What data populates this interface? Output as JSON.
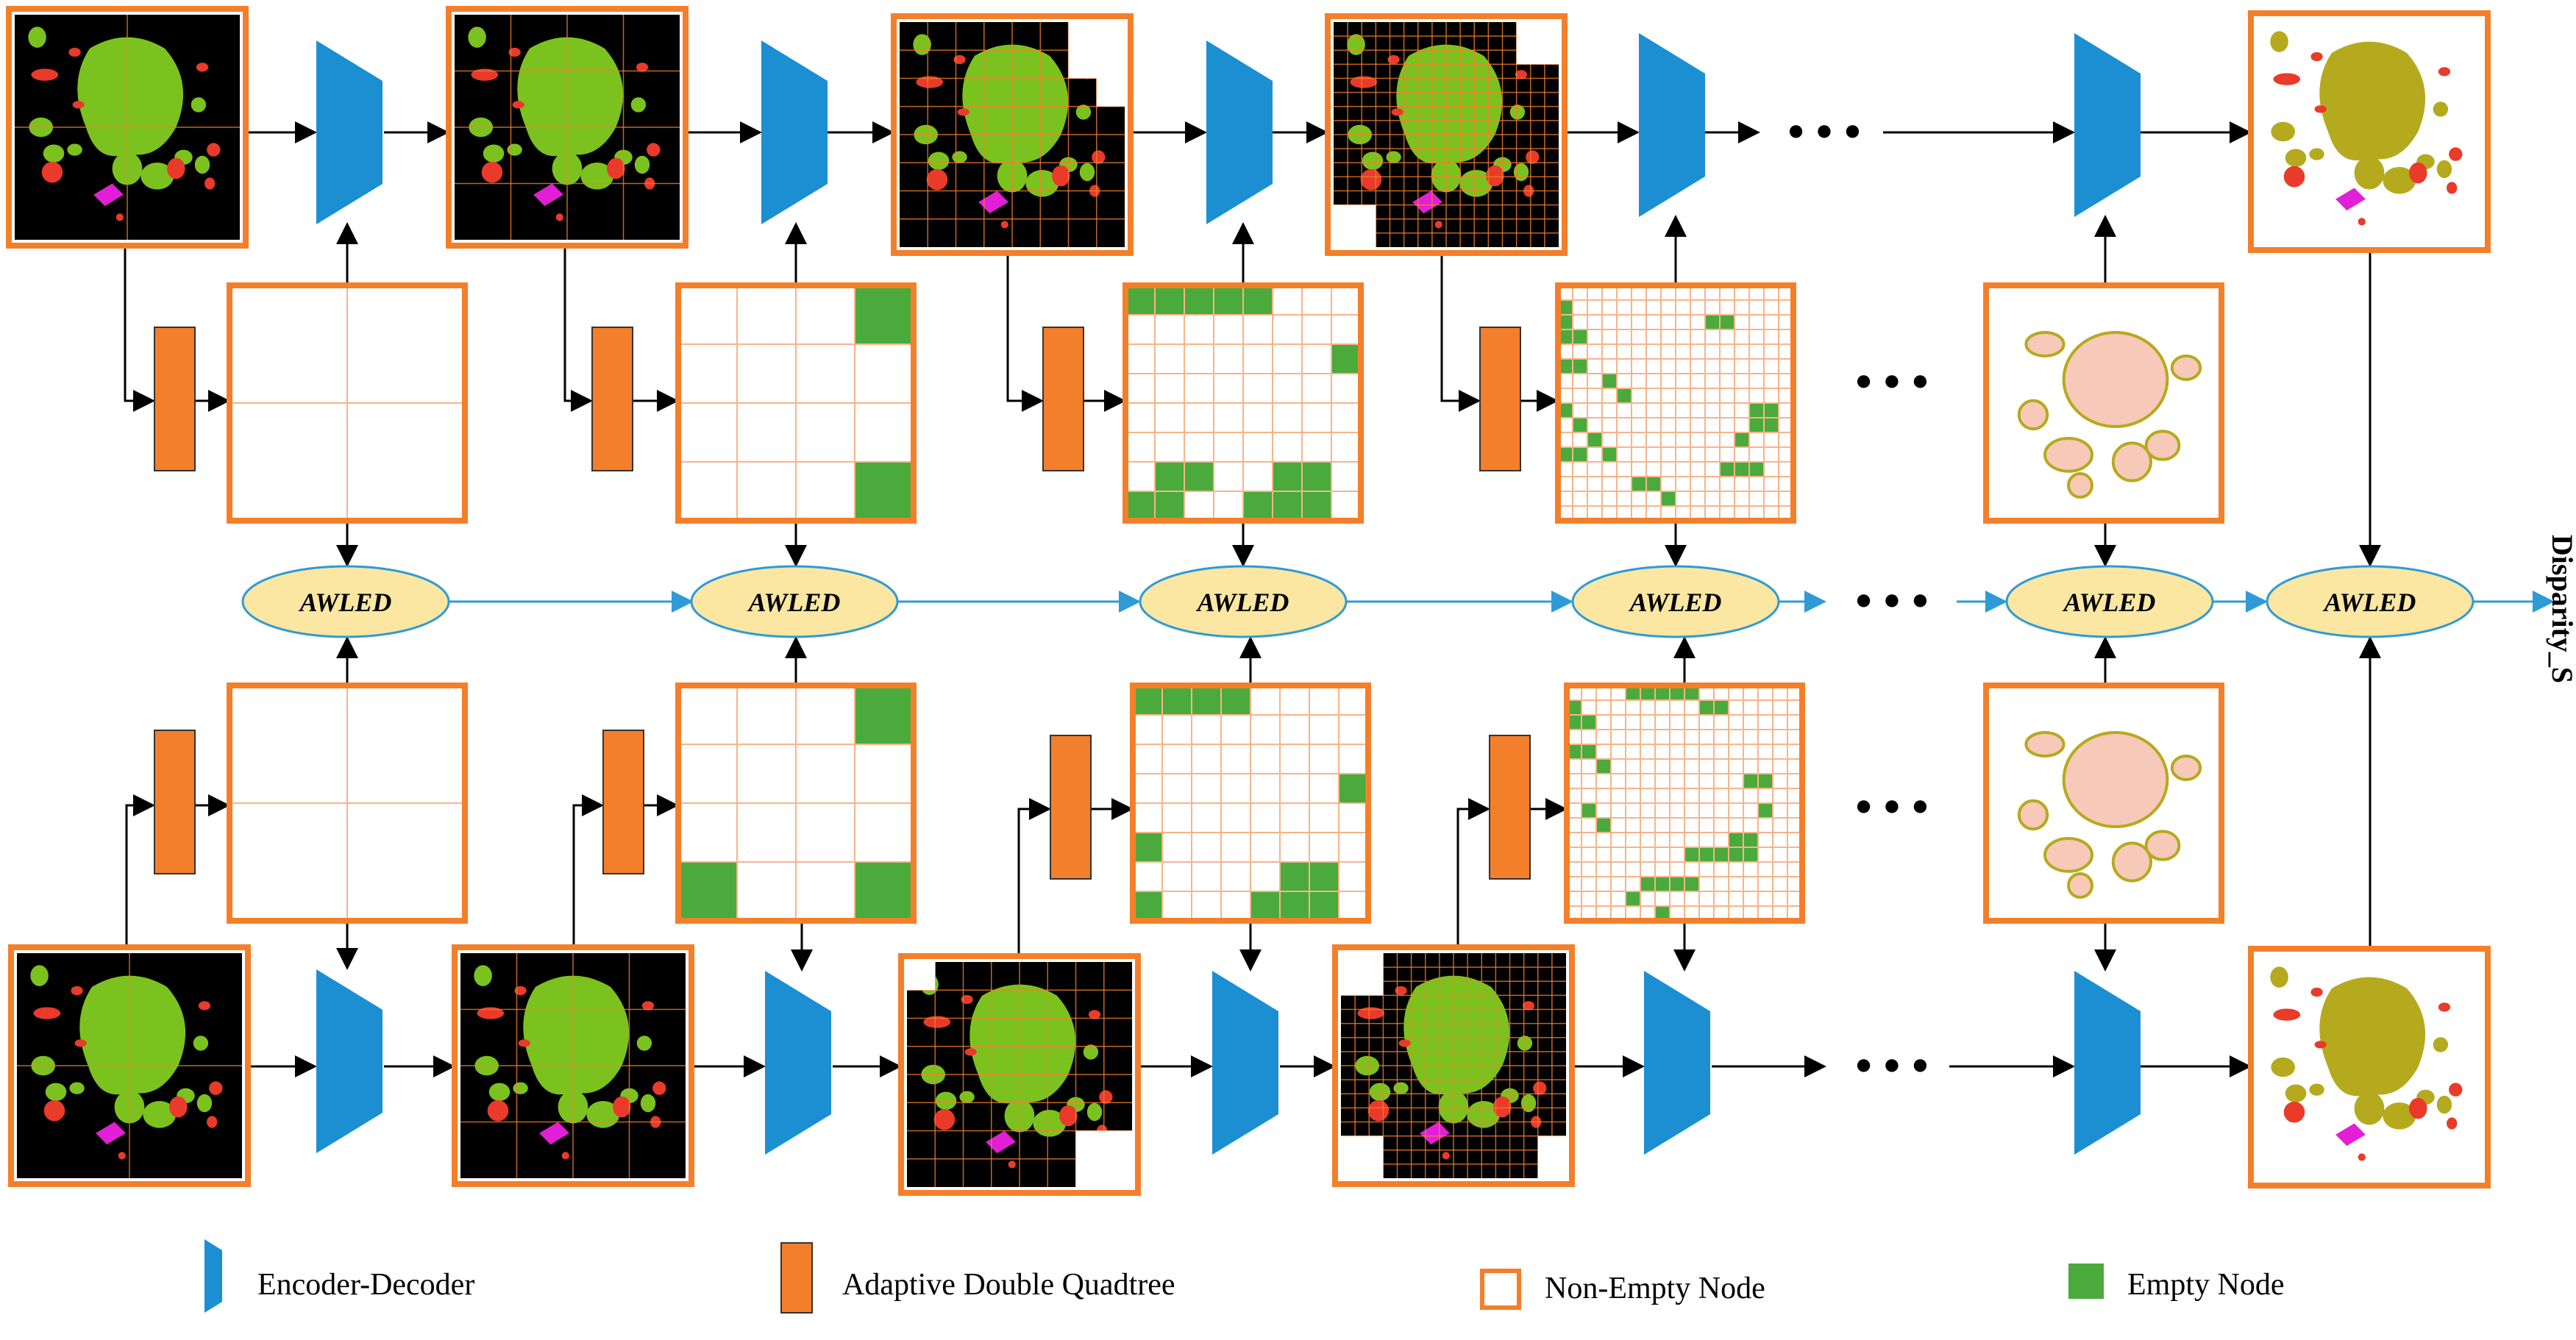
{
  "node_label": "AWLED",
  "output_label": "Disparity_S",
  "ellipsis": "• • •",
  "legend": {
    "encoder_decoder": "Encoder-Decoder",
    "quadtree": "Adaptive Double Quadtree",
    "non_empty": "Non-Empty Node",
    "empty": "Empty Node"
  },
  "colors": {
    "encoder_blue": "#1b8fd2",
    "quadtree_orange": "#f47f2a",
    "frame_orange": "#f47f2a",
    "empty_green": "#4aaa3c",
    "awled_fill": "#fbe6a2",
    "awled_stroke": "#2e9bd6",
    "flow_blue": "#2e9bd6",
    "blob_green": "#7cc21e",
    "blob_olive": "#b5aa1e",
    "blob_red": "#e93a2a",
    "blob_magenta": "#e21fd6",
    "blob_peach": "#f7c9b8"
  },
  "icons": [
    "encoder-decoder-icon",
    "quadtree-icon",
    "non-empty-node-icon",
    "empty-node-icon"
  ]
}
